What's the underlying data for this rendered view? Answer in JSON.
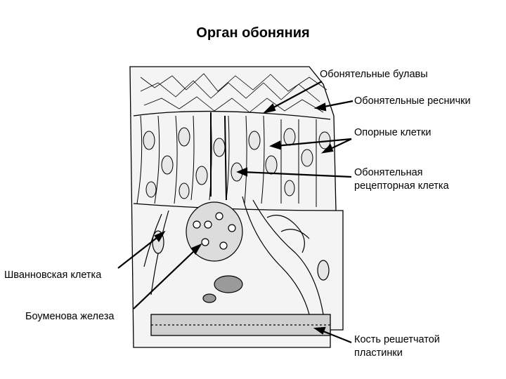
{
  "title": "Орган обоняния",
  "labels": {
    "clubs": "Обонятельные булавы",
    "cilia": "Обонятельные реснички",
    "support": "Опорные клетки",
    "receptor_line1": "Обонятельная",
    "receptor_line2": "рецепторная клетка",
    "schwann": "Шванновская клетка",
    "bowman": "Боуменова  железа",
    "bone_line1": "Кость решетчатой",
    "bone_line2": "пластинки"
  },
  "colors": {
    "ink": "#000000",
    "background": "#ffffff",
    "tissue": "#f2f2f2"
  }
}
